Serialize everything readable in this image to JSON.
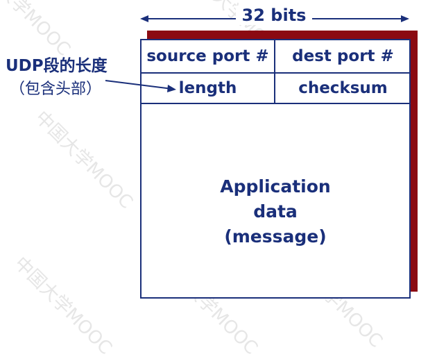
{
  "diagram": {
    "width_label": "32 bits",
    "fields": {
      "source_port": "source port #",
      "dest_port": "dest port #",
      "length": "length",
      "checksum": "checksum"
    },
    "payload": {
      "line1": "Application",
      "line2": "data",
      "line3": "(message)"
    },
    "annotation": {
      "title": "UDP段的长度",
      "subtitle": "（包含头部）"
    },
    "watermark": "中国大学MOOC",
    "colors": {
      "text": "#1a2f7a",
      "shadow": "#8b0a12",
      "watermark": "#e6e6e6"
    }
  }
}
